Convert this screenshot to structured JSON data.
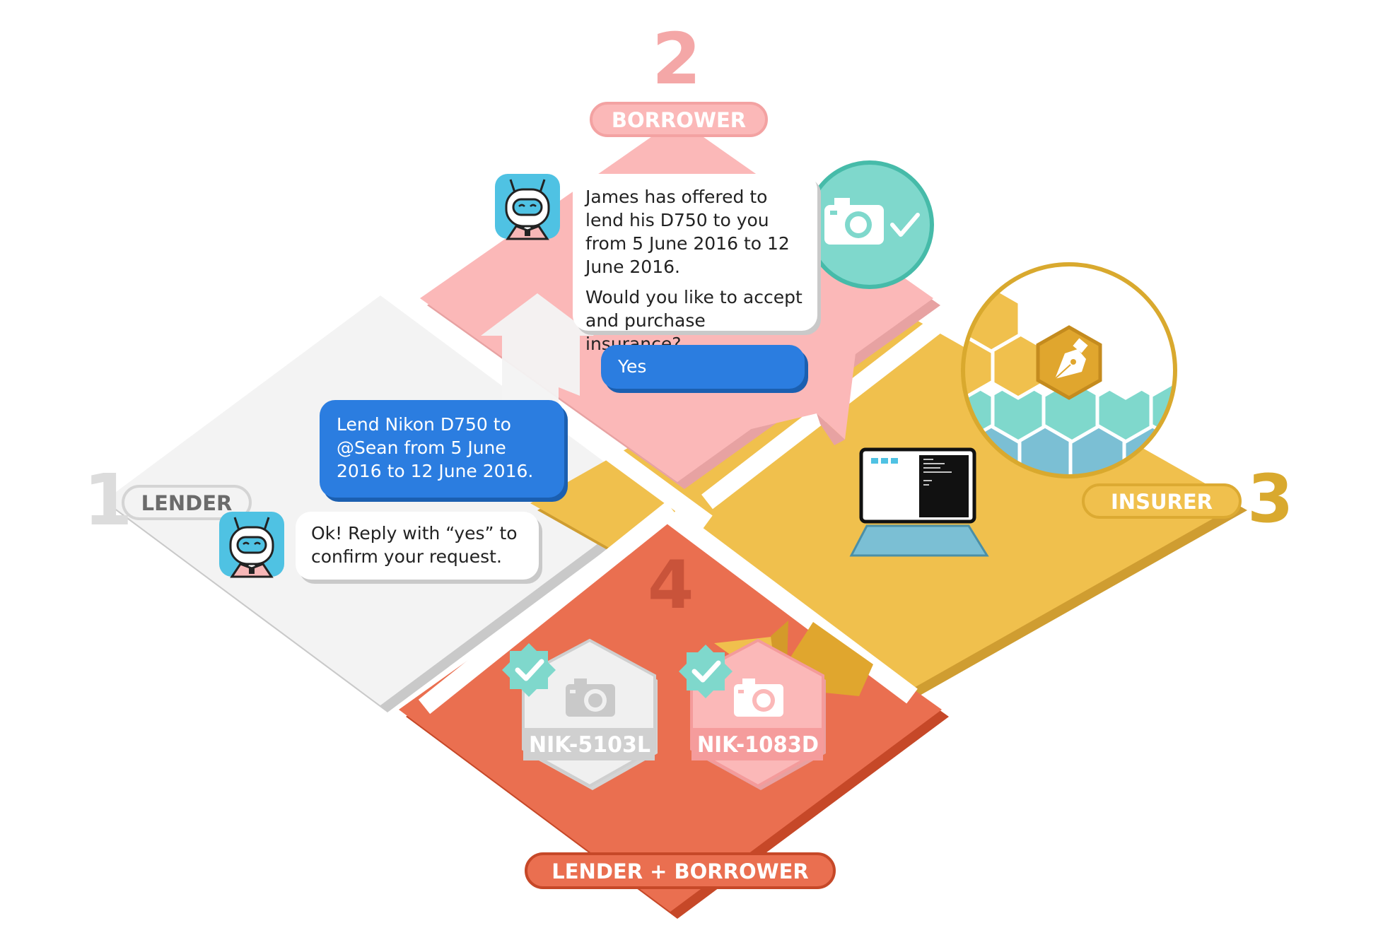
{
  "steps": {
    "lender": {
      "number": "1",
      "label": "LENDER"
    },
    "borrower": {
      "number": "2",
      "label": "BORROWER"
    },
    "insurer": {
      "number": "3",
      "label": "INSURER"
    },
    "both": {
      "number": "4",
      "label": "LENDER + BORROWER"
    }
  },
  "chat": {
    "lender_request": "Lend Nikon D750 to @Sean from 5 June 2016 to 12 June 2016.",
    "bot_reply_lender": "Ok!  Reply with “yes” to confirm your request.",
    "bot_offer_line1": "James has offered to lend his D750 to you from 5 June 2016 to 12 June 2016.",
    "bot_offer_line2": "Would you like to accept and purchase insurance?",
    "borrower_reply": "Yes"
  },
  "tokens": [
    {
      "id": "NIK-5103L",
      "state": "verified"
    },
    {
      "id": "NIK-1083D",
      "state": "verified"
    }
  ],
  "colors": {
    "lender": "#f3f3f3",
    "borrower": "#fbb8b8",
    "insurer": "#f0c04d",
    "both": "#ea6f50",
    "teal": "#7fd8cc",
    "blue_bubble": "#2b7de0"
  },
  "icons": [
    "robot-icon",
    "camera-icon",
    "checkmark-icon",
    "laptop-icon",
    "pen-nib-icon",
    "hexagon-icon",
    "verified-badge-icon"
  ]
}
